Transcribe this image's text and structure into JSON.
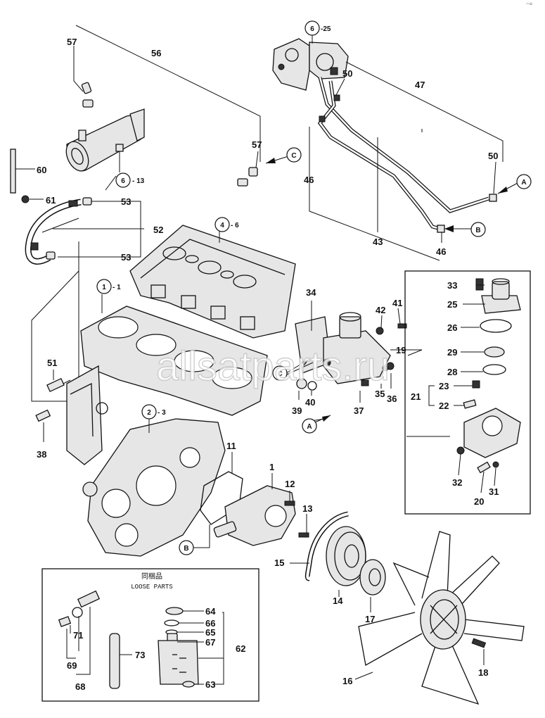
{
  "corner_mark": "~=",
  "watermark": "allsatparts.ru",
  "loose_parts": {
    "title_jp": "同梱品",
    "title_en": "LOOSE PARTS"
  },
  "circled": [
    {
      "id": "6a",
      "num": "6",
      "suffix": "-25"
    },
    {
      "id": "6b",
      "num": "6",
      "suffix": "- 13"
    },
    {
      "id": "4",
      "num": "4",
      "suffix": "- 6"
    },
    {
      "id": "1",
      "num": "1",
      "suffix": "- 1"
    },
    {
      "id": "2",
      "num": "2",
      "suffix": "- 3"
    }
  ],
  "refs": {
    "A": "A",
    "B": "B",
    "C": "C"
  },
  "labels": {
    "l57a": "57",
    "l56": "56",
    "l57b": "57",
    "l60": "60",
    "l61": "61",
    "l53a": "53",
    "l52": "52",
    "l53b": "53",
    "l50a": "50",
    "l47": "47",
    "l50b": "50",
    "l46a": "46",
    "l43": "43",
    "l46b": "46",
    "l34": "34",
    "l42": "42",
    "l41": "41",
    "l19": "19",
    "l33": "33",
    "l25": "25",
    "l26": "26",
    "l29": "29",
    "l28": "28",
    "l23": "23",
    "l21": "21",
    "l22": "22",
    "l32": "32",
    "l31": "31",
    "l20": "20",
    "l51": "51",
    "l38": "38",
    "l39": "39",
    "l40": "40",
    "l37": "37",
    "l35": "35",
    "l36": "36",
    "l11": "11",
    "l1": "1",
    "l12": "12",
    "l13": "13",
    "l15": "15",
    "l14": "14",
    "l17": "17",
    "l18": "18",
    "l16": "16",
    "l64": "64",
    "l66": "66",
    "l65": "65",
    "l67": "67",
    "l62": "62",
    "l63": "63",
    "l71": "71",
    "l69": "69",
    "l68": "68",
    "l73": "73"
  }
}
